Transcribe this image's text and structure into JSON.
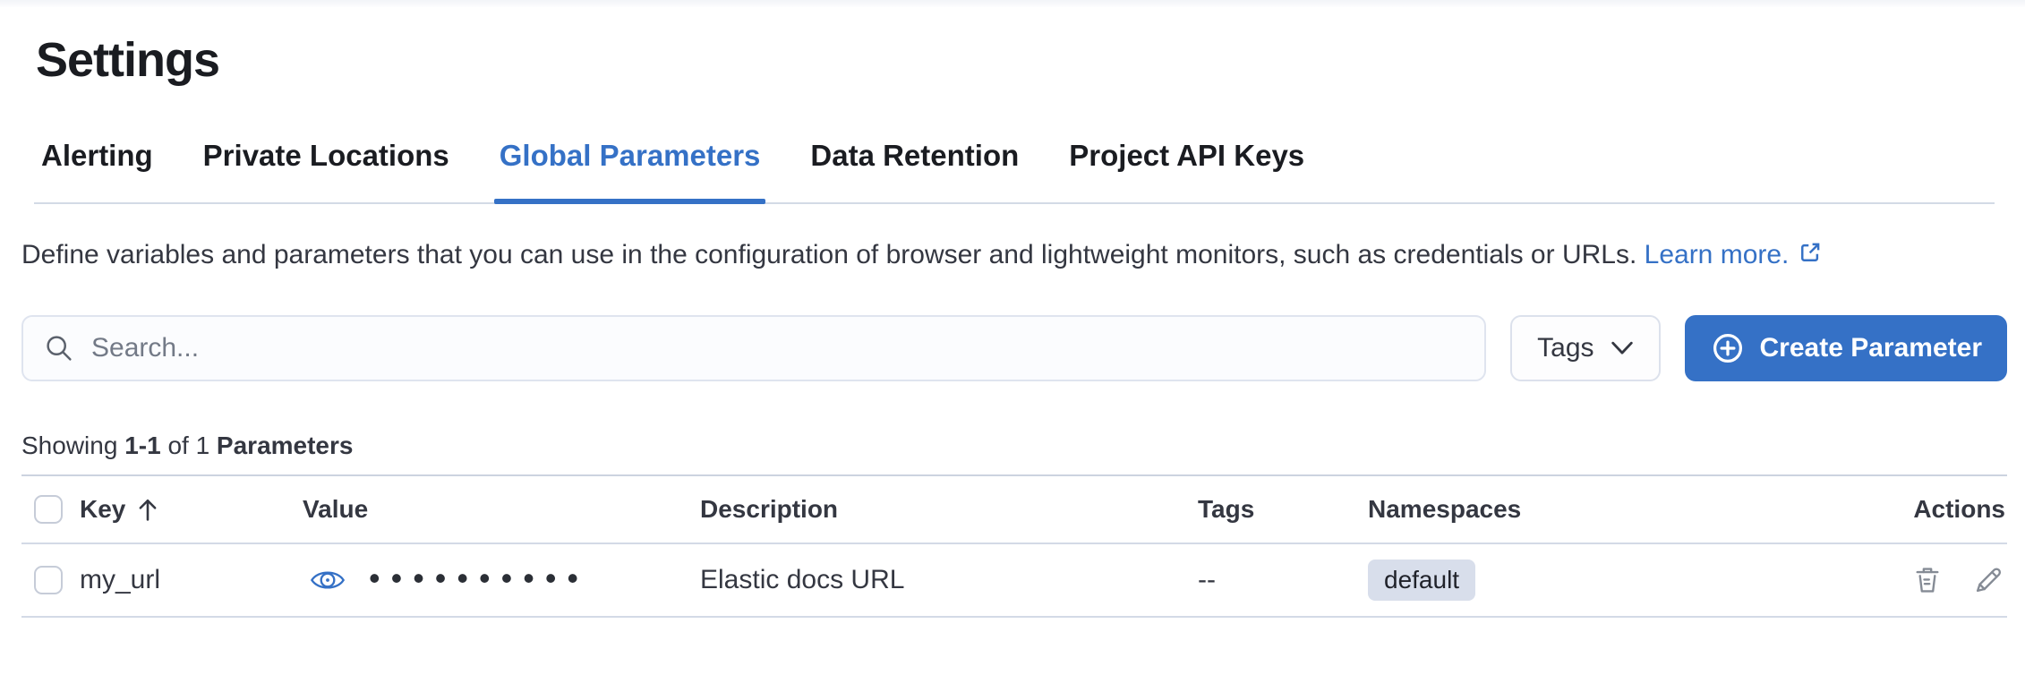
{
  "page": {
    "title": "Settings"
  },
  "tabs": [
    {
      "label": "Alerting",
      "active": false
    },
    {
      "label": "Private Locations",
      "active": false
    },
    {
      "label": "Global Parameters",
      "active": true
    },
    {
      "label": "Data Retention",
      "active": false
    },
    {
      "label": "Project API Keys",
      "active": false
    }
  ],
  "intro": {
    "text": "Define variables and parameters that you can use in the configuration of browser and lightweight monitors, such as credentials or URLs.",
    "link_label": "Learn more."
  },
  "toolbar": {
    "search_placeholder": "Search...",
    "search_value": "",
    "tags_button": "Tags",
    "create_button": "Create Parameter"
  },
  "summary": {
    "showing": "Showing",
    "range": "1-1",
    "of": "of 1",
    "entity": "Parameters"
  },
  "table": {
    "columns": {
      "key": "Key",
      "value": "Value",
      "description": "Description",
      "tags": "Tags",
      "namespaces": "Namespaces",
      "actions": "Actions"
    },
    "sort": {
      "column": "Key",
      "direction": "ascending"
    },
    "rows": [
      {
        "key": "my_url",
        "value_masked": "••••••••••",
        "description": "Elastic docs URL",
        "tags": "--",
        "namespace": "default"
      }
    ]
  },
  "colors": {
    "accent_blue": "#3571c6",
    "text": "#343741",
    "divider": "#d3dae6",
    "badge_bg": "#d8deeb",
    "icon_gray": "#858b95"
  }
}
